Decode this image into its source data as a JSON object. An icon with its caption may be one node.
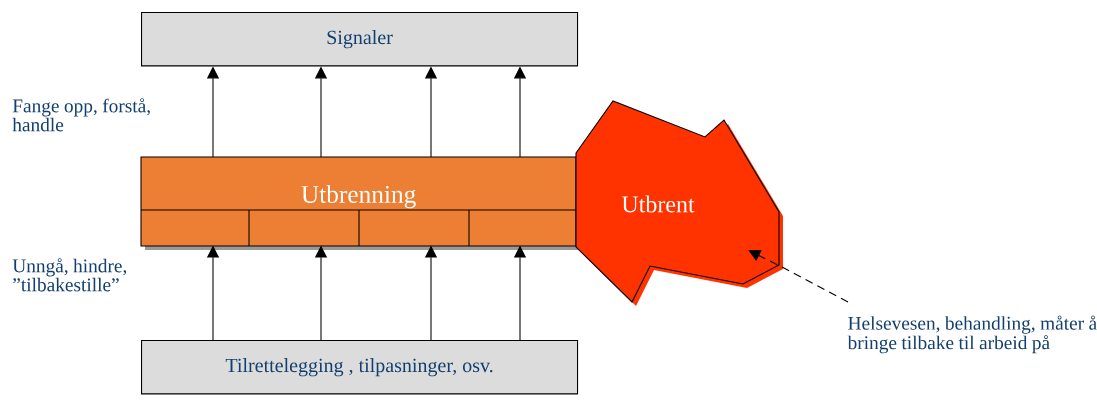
{
  "diagram": {
    "nodes": [
      {
        "text": [
          "Signaler"
        ]
      },
      {
        "text": [
          "Utbrenning"
        ]
      },
      {
        "text": [
          "Utbrent"
        ]
      },
      {
        "text": [
          "Tilrettelegging , tilpasninger, osv."
        ]
      },
      {
        "text": [
          "Helsevesen, behandling, måter å bringe tilbake til arbeid på"
        ]
      }
    ],
    "edges": [
      {
        "from": 1,
        "to": 0,
        "arrow": "to"
      },
      {
        "from": 1,
        "to": 0,
        "arrow": "to"
      },
      {
        "from": 1,
        "to": 0,
        "arrow": "to"
      },
      {
        "from": 1,
        "to": 0,
        "arrow": "to"
      },
      {
        "from": 3,
        "to": 1,
        "arrow": "to"
      },
      {
        "from": 3,
        "to": 1,
        "arrow": "to"
      },
      {
        "from": 3,
        "to": 1,
        "arrow": "to"
      },
      {
        "from": 3,
        "to": 1,
        "arrow": "to"
      },
      {
        "from": 4,
        "to": 2,
        "arrow": "to",
        "style": "dashed"
      }
    ],
    "labels": [
      "Fange opp, forstå, handle",
      "Unngå, hindre, ”tilbakestille”"
    ]
  }
}
